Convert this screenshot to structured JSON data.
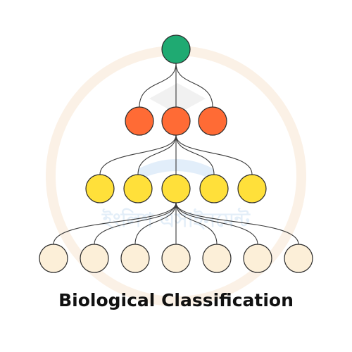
{
  "title": "Biological Classification",
  "watermark_text": "ইংলিশ এসাইনমেন্ট",
  "colors": {
    "background": "#ffffff",
    "stroke": "#2b2b2b",
    "edge": "#3a3a3a",
    "level_0": "#1faa72",
    "level_1": "#ff6b35",
    "level_2": "#ffe03a",
    "level_3": "#fcefd8",
    "watermark": "#f6e7d6",
    "watermark_logo": "#9dc4e8"
  },
  "tree": {
    "levels": [
      {
        "level": 0,
        "count": 1,
        "color_key": "level_0"
      },
      {
        "level": 1,
        "count": 3,
        "color_key": "level_1"
      },
      {
        "level": 2,
        "count": 5,
        "color_key": "level_2"
      },
      {
        "level": 3,
        "count": 7,
        "color_key": "level_3"
      }
    ],
    "edges_from_parent_index": [
      0,
      1,
      2
    ]
  }
}
